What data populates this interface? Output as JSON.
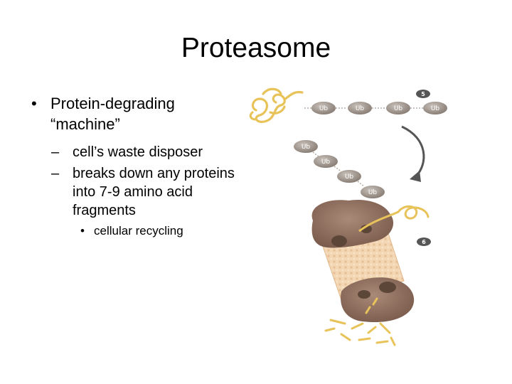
{
  "slide": {
    "title": "Proteasome",
    "bullets": [
      {
        "text": "Protein-degrading “machine”"
      }
    ],
    "sub_bullets": [
      {
        "text": "cell’s waste disposer"
      },
      {
        "text": "breaks down any proteins into 7-9 amino acid fragments"
      }
    ],
    "sub_sub_bullets": [
      {
        "text": "cellular recycling"
      }
    ],
    "markers": {
      "level1": "•",
      "level2": "–",
      "level3": "•"
    }
  },
  "figure": {
    "ub_label": "Ub",
    "step_labels": [
      "5",
      "6"
    ],
    "colors": {
      "protein": "#e8c35a",
      "ubiquitin": "#9a9089",
      "proteasome_cap": "#8f7060",
      "proteasome_core": "#f1cfa8",
      "arrow": "#555555"
    }
  }
}
